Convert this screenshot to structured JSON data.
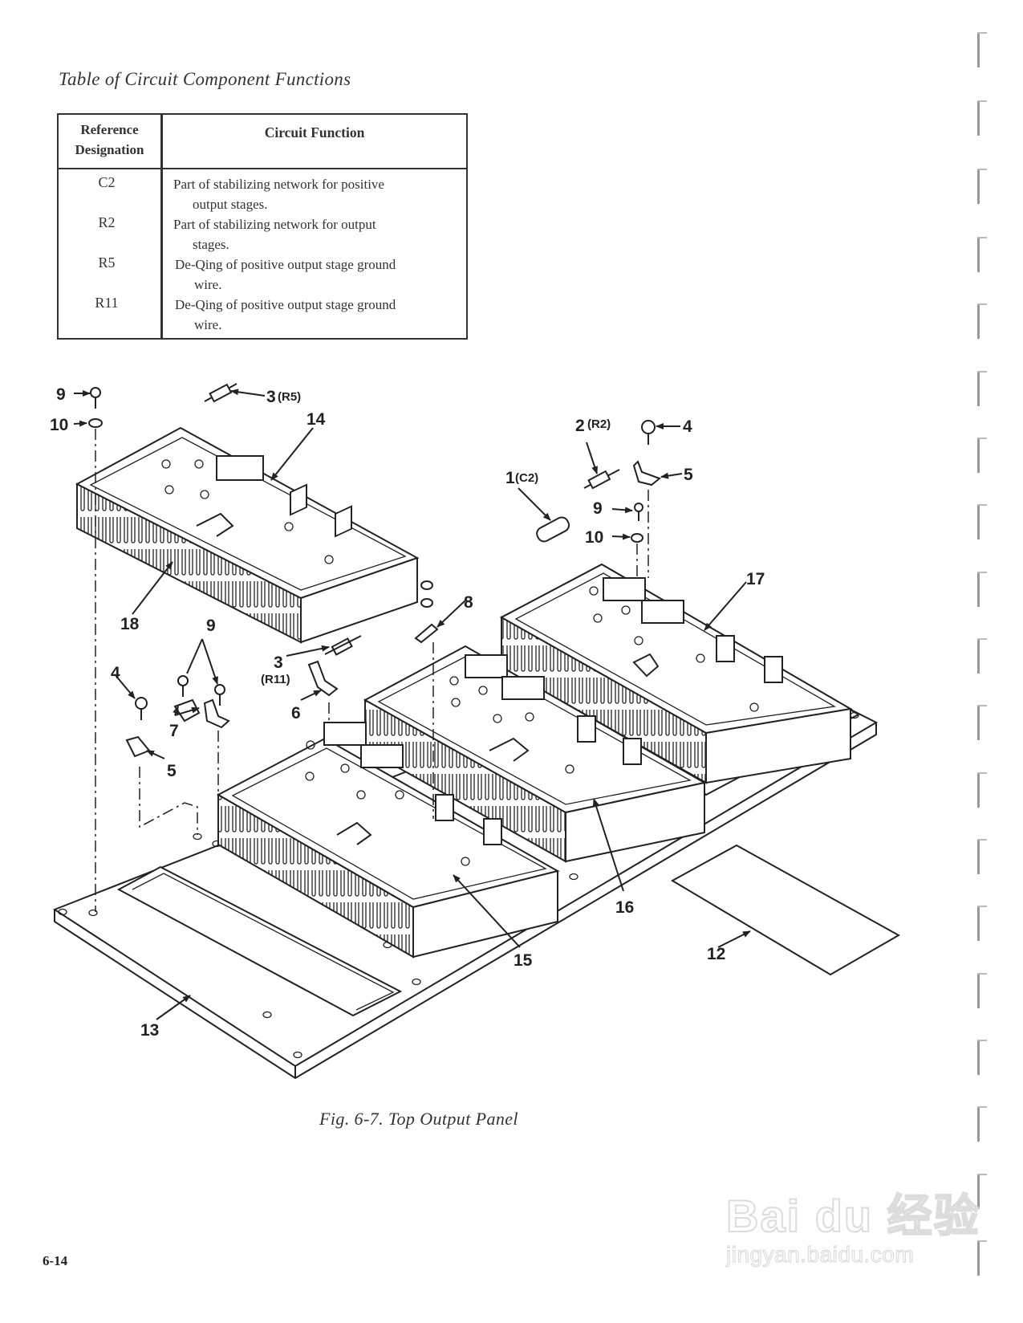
{
  "document": {
    "table_title": "Table of Circuit Component Functions",
    "table": {
      "headers": {
        "ref_line1": "Reference",
        "ref_line2": "Designation",
        "function": "Circuit Function"
      },
      "rows": [
        {
          "ref": "C2",
          "line1": "Part of stabilizing network for positive",
          "line2": "output stages."
        },
        {
          "ref": "R2",
          "line1": "Part of stabilizing network for output",
          "line2": "stages."
        },
        {
          "ref": "R5",
          "line1": "De-Qing of positive output stage ground",
          "line2": "wire."
        },
        {
          "ref": "R11",
          "line1": "De-Qing of positive output stage ground",
          "line2": "wire."
        }
      ]
    },
    "figure": {
      "caption": "Fig. 6-7.  Top Output Panel",
      "callouts": {
        "c1": "1",
        "c1_ref": "(C2)",
        "c2": "2",
        "c2_ref": "(R2)",
        "c3_top": "3",
        "c3_top_ref": "(R5)",
        "c3_mid": "3",
        "c3_mid_ref": "(R11)",
        "c4_right": "4",
        "c4_left": "4",
        "c5_right": "5",
        "c5_left": "5",
        "c6": "6",
        "c7": "7",
        "c8": "8",
        "c9_left": "9",
        "c9_right": "9",
        "c9_mid": "9",
        "c10_left": "10",
        "c10_right": "10",
        "c12": "12",
        "c13": "13",
        "c14": "14",
        "c15": "15",
        "c16": "16",
        "c17": "17",
        "c18": "18"
      }
    },
    "page_number": "6-14"
  },
  "watermark": {
    "brand": "Bai du 经验",
    "url": "jingyan.baidu.com"
  }
}
